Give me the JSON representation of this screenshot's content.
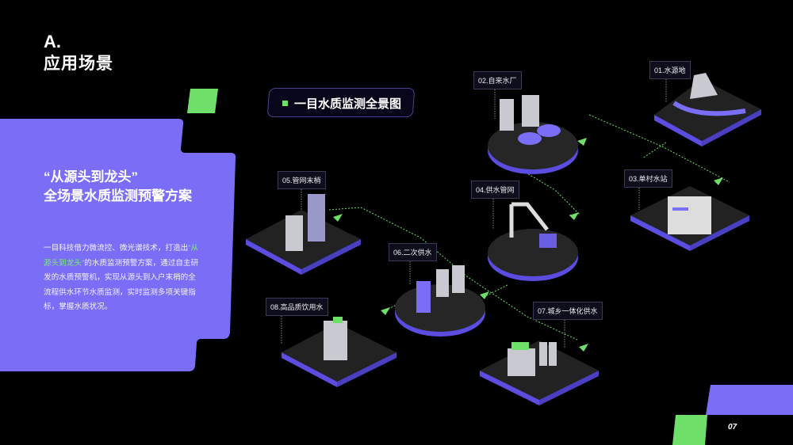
{
  "section": {
    "letter": "A.",
    "title": "应用场景"
  },
  "panel": {
    "headline_line1": "“从源头到龙头”",
    "headline_line2": "全场景水质监测预警方案",
    "body_pre": "一目科技借力微流控、微光谱技术，打造出",
    "body_highlight": "“从源头到龙头”",
    "body_post": "的水质监测预警方案，通过自主研发的水质预警机，实现从源头到入户末梢的全流程供水环节水质监测，实时监测多项关键指标，掌握水质状况。"
  },
  "diagram": {
    "title": "一目水质监测全景图",
    "stations": [
      {
        "label": "01.水源地"
      },
      {
        "label": "02.自来水厂"
      },
      {
        "label": "03.单村水站"
      },
      {
        "label": "04.供水管网"
      },
      {
        "label": "05.管网末梢"
      },
      {
        "label": "06.二次供水"
      },
      {
        "label": "07.城乡一体化供水"
      },
      {
        "label": "08.高品质饮用水"
      }
    ]
  },
  "page_number": "07",
  "colors": {
    "accent_purple": "#7B6EF6",
    "accent_green": "#6EE06A",
    "background": "#000000"
  }
}
